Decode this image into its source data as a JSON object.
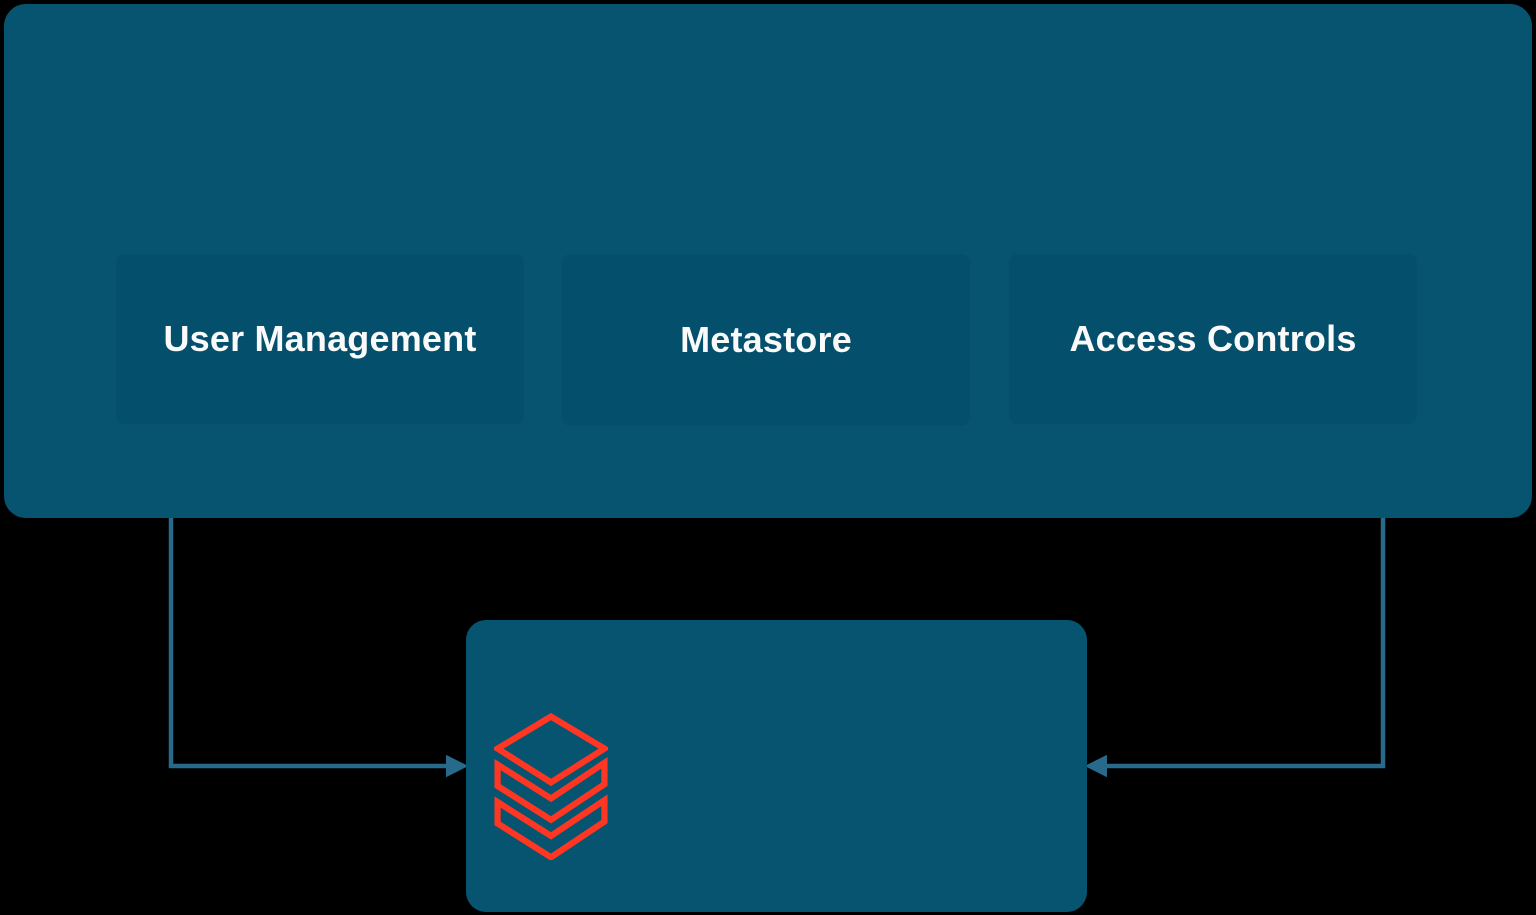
{
  "colors": {
    "background": "#000000",
    "panel": "#075471",
    "component_box": "#04506C",
    "arrow": "#276A8C",
    "logo_red": "#FF3621",
    "label_text": "#FAFAFA"
  },
  "unity_catalog": {
    "components": [
      {
        "label": "User Management"
      },
      {
        "label": "Metastore"
      },
      {
        "label": "Access Controls"
      }
    ]
  },
  "workspace": {
    "logo_icon": "databricks-logo"
  }
}
